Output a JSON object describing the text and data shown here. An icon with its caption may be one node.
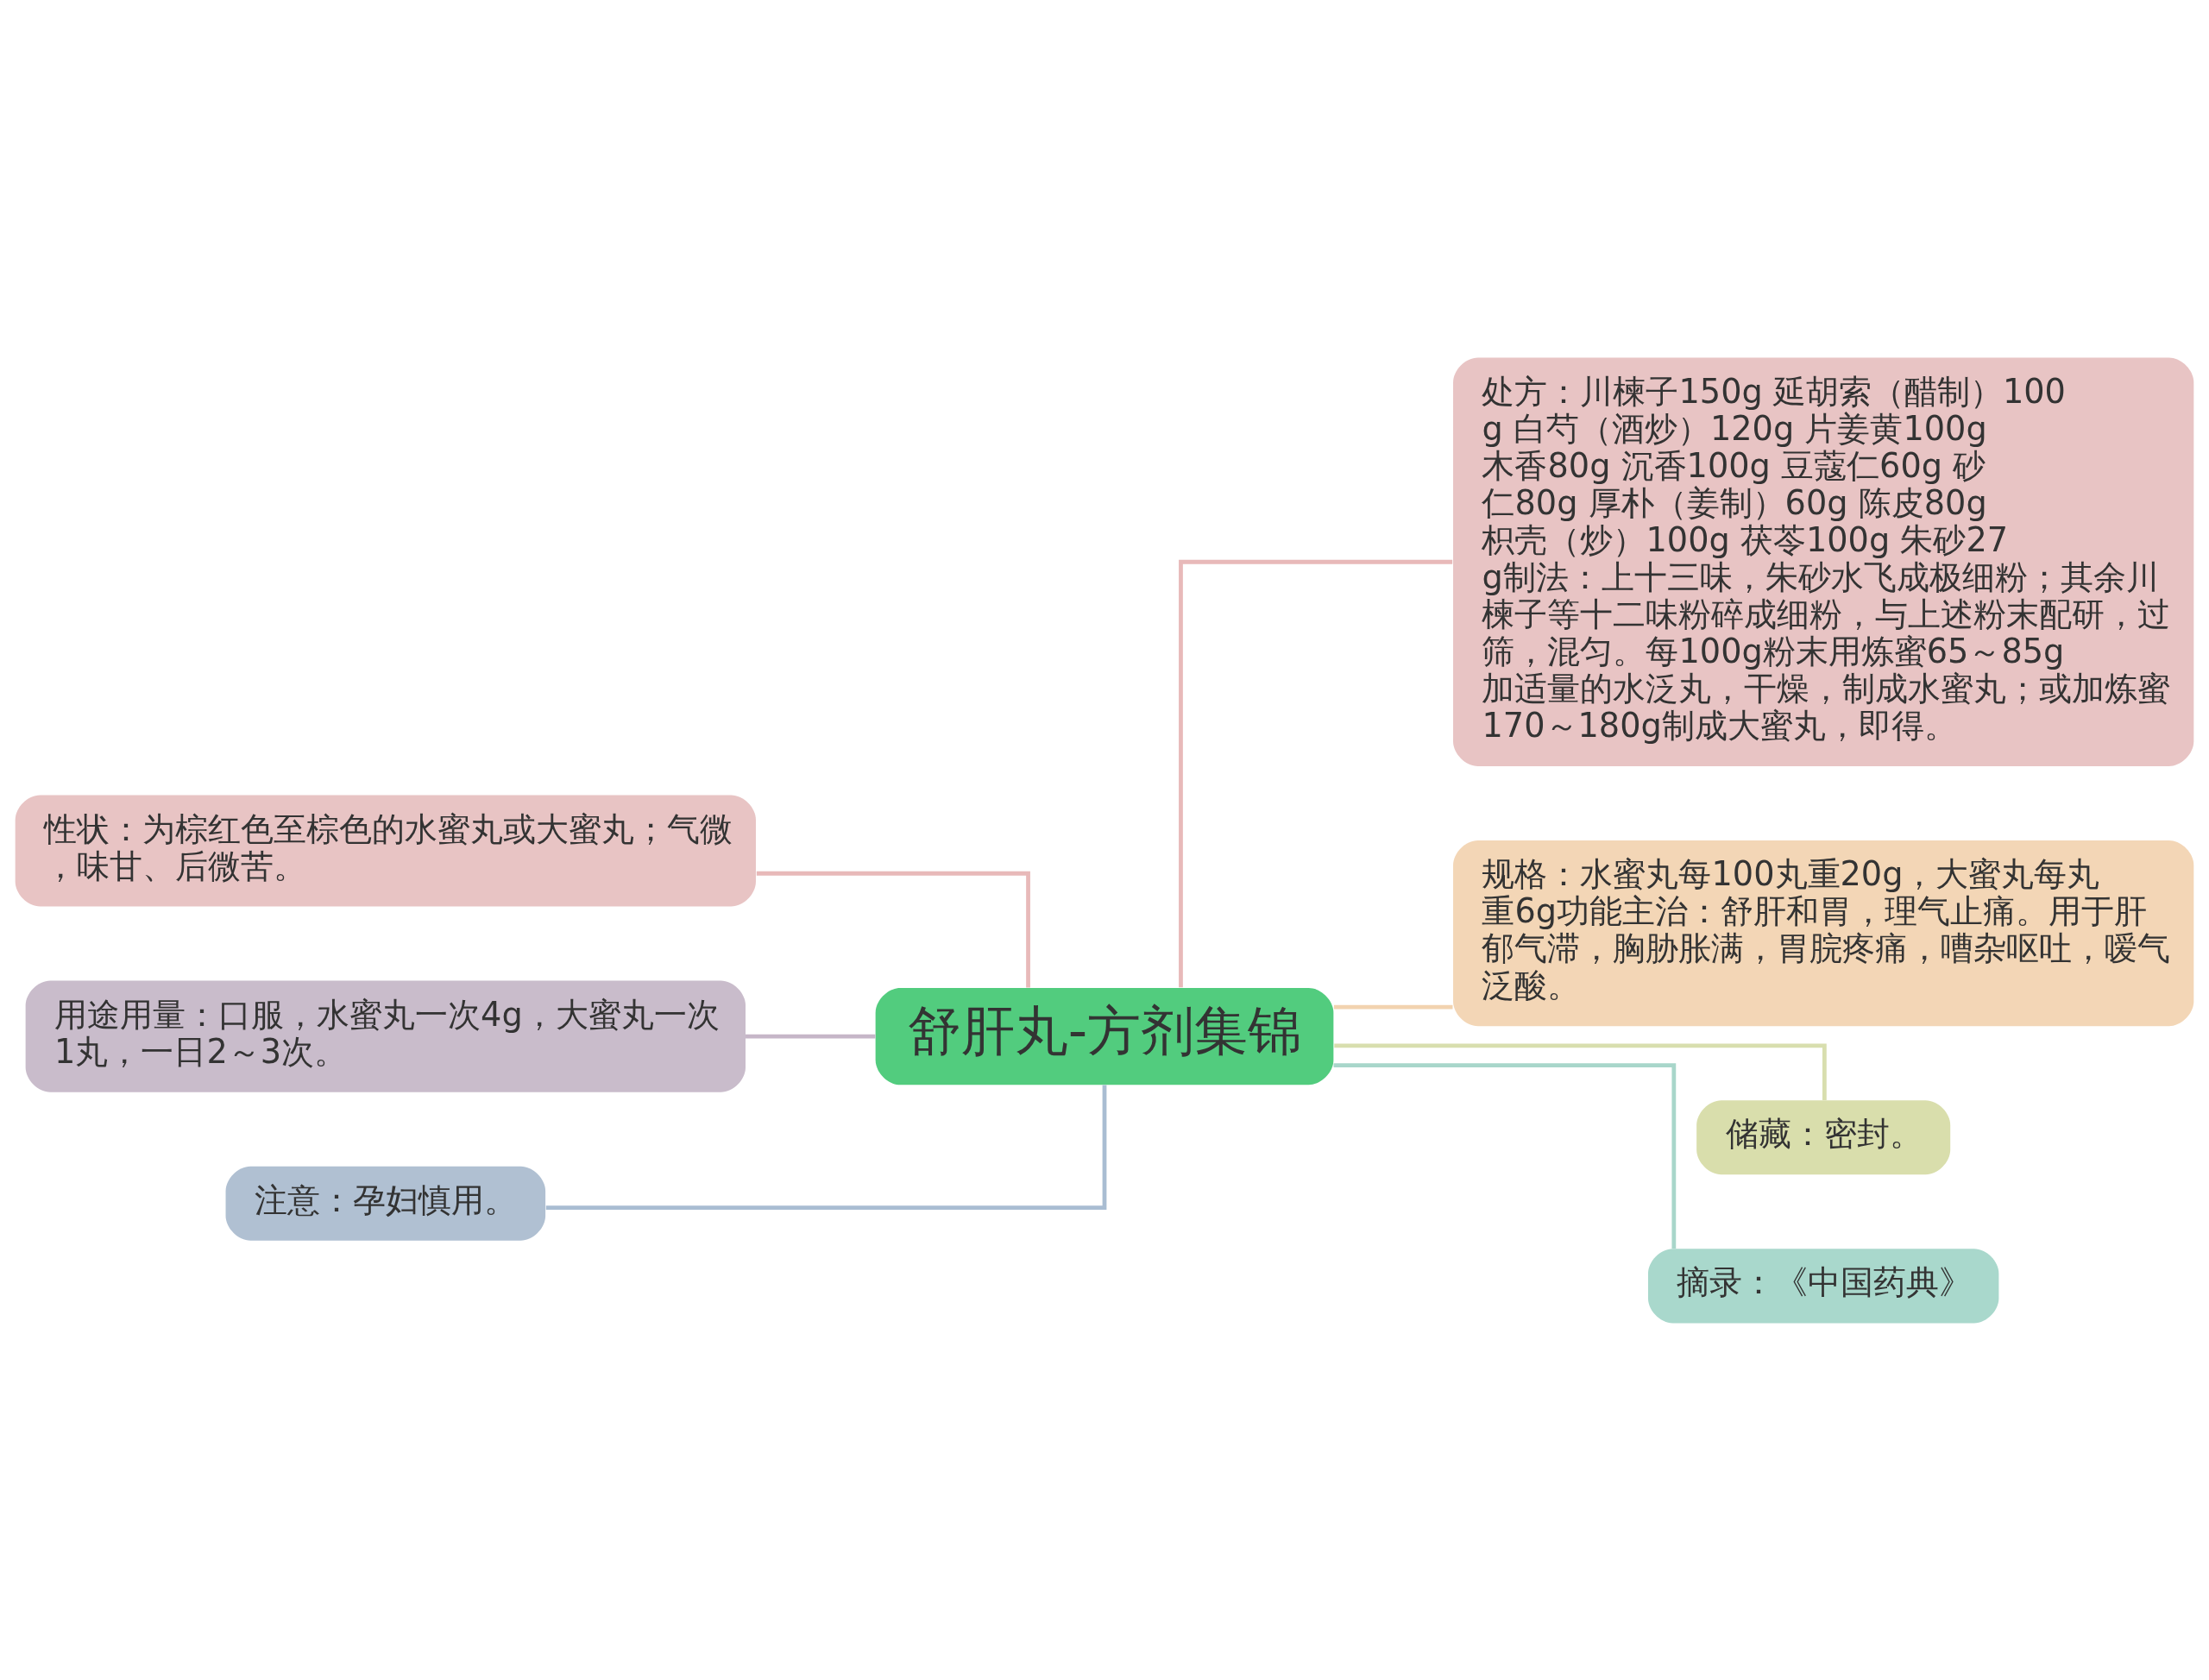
{
  "diagram": {
    "nodes": [
      {
        "text": [
          "舒肝丸-方剂集锦"
        ]
      },
      {
        "text": [
          "性状：为棕红色至棕色的水蜜丸或大蜜丸；气微，味甘、后微苦。"
        ]
      },
      {
        "text": [
          "用途用量：口服，水蜜丸一次4g，大蜜丸一次1丸，一日2～3次。"
        ]
      },
      {
        "text": [
          "注意：孕妇慎用。"
        ]
      },
      {
        "text": [
          "处方：川楝子150g 延胡索（醋制）100g 白芍（酒炒）120g 片姜黄100g 木香80g 沉香100g 豆蔻仁60g 砂仁80g 厚朴（姜制）60g 陈皮80g 枳壳（炒）100g 茯苓100g 朱砂27g制法：上十三味，朱砂水飞成极细粉；其余川楝子等十二味粉碎成细粉，与上述粉末配研，过筛，混匀。每100g粉末用炼蜜65～85g加适量的水泛丸，干燥，制成水蜜丸；或加炼蜜170～180g制成大蜜丸，即得。"
        ]
      },
      {
        "text": [
          "规格：水蜜丸每100丸重20g，大蜜丸每丸重6g功能主治：舒肝和胃，理气止痛。用于肝郁气滞，胸胁胀满，胃脘疼痛，嘈杂呕吐，嗳气泛酸。"
        ]
      },
      {
        "text": [
          "储藏：密封。"
        ]
      },
      {
        "text": [
          "摘录：《中国药典》"
        ]
      }
    ],
    "edges": [
      {
        "from": 0,
        "to": 1,
        "arrow": "none",
        "color": "#e8b9b9"
      },
      {
        "from": 0,
        "to": 2,
        "arrow": "none",
        "color": "#c6b6c8"
      },
      {
        "from": 0,
        "to": 3,
        "arrow": "none",
        "color": "#a9bdd2"
      },
      {
        "from": 0,
        "to": 4,
        "arrow": "none",
        "color": "#e8b9b9"
      },
      {
        "from": 0,
        "to": 5,
        "arrow": "none",
        "color": "#f2d3b0"
      },
      {
        "from": 0,
        "to": 6,
        "arrow": "none",
        "color": "#d8deae"
      },
      {
        "from": 0,
        "to": 7,
        "arrow": "none",
        "color": "#a8d6ca"
      }
    ]
  }
}
